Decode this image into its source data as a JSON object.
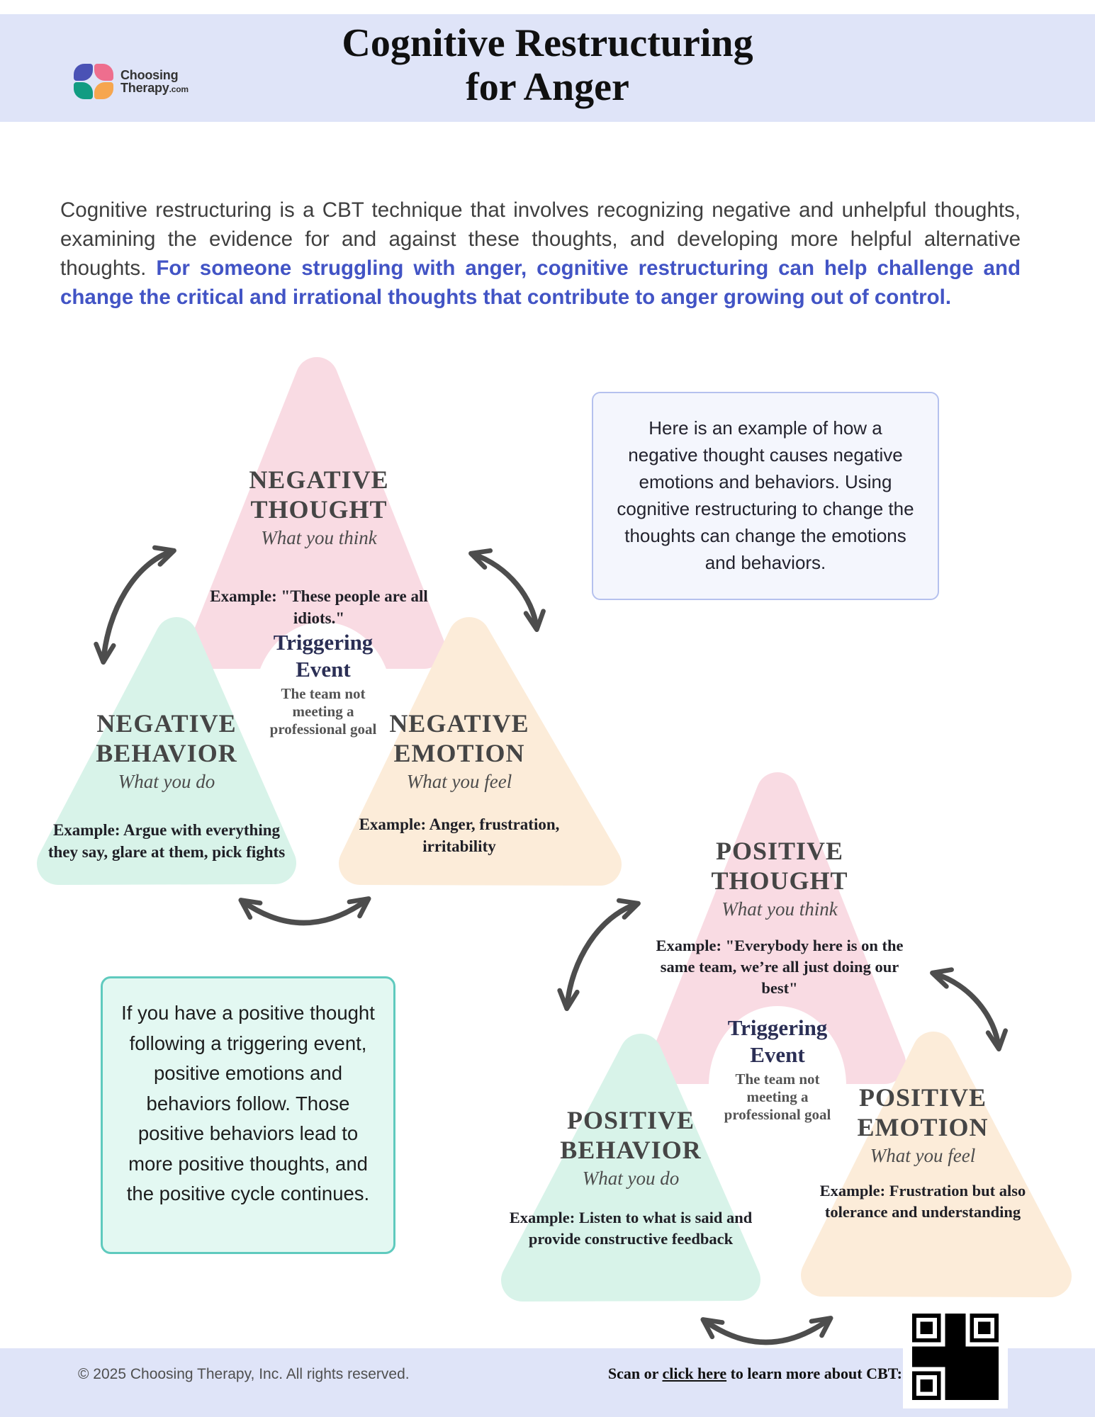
{
  "header": {
    "title_line1": "Cognitive Restructuring",
    "title_line2": "for Anger",
    "logo_line1": "Choosing",
    "logo_line2": "Therapy",
    "logo_suffix": ".com"
  },
  "intro": {
    "normal": "Cognitive restructuring is a CBT technique that involves recognizing negative and unhelpful thoughts, examining the evidence for and against these thoughts, and developing more helpful alternative thoughts. ",
    "highlight": "For someone struggling with anger, cognitive restructuring can help challenge and change the critical and irrational thoughts that contribute to anger growing out of control."
  },
  "note_negative": "Here is an example of how a negative thought causes negative emotions and behaviors. Using cognitive restructuring to change the thoughts can change the emotions and behaviors.",
  "note_positive": "If you have a positive thought following a triggering event, positive emotions and behaviors follow. Those positive behaviors lead to more positive thoughts, and the positive cycle continues.",
  "negative_cycle": {
    "thought": {
      "title": "NEGATIVE THOUGHT",
      "subtitle": "What you think",
      "example": "Example: \"These people are all idiots.\""
    },
    "behavior": {
      "title": "NEGATIVE BEHAVIOR",
      "subtitle": "What you do",
      "example": "Example: Argue with everything they say, glare at them, pick fights"
    },
    "emotion": {
      "title": "NEGATIVE EMOTION",
      "subtitle": "What you feel",
      "example": "Example: Anger, frustration, irritability"
    },
    "trigger": {
      "title": "Triggering Event",
      "description": "The team not meeting a professional goal"
    }
  },
  "positive_cycle": {
    "thought": {
      "title": "POSITIVE THOUGHT",
      "subtitle": "What you think",
      "example": "Example:  \"Everybody here is on the same team, we’re all just doing our best\""
    },
    "behavior": {
      "title": "POSITIVE BEHAVIOR",
      "subtitle": "What you do",
      "example": "Example: Listen to what is said and provide constructive feedback"
    },
    "emotion": {
      "title": "POSITIVE EMOTION",
      "subtitle": "What you feel",
      "example": "Example: Frustration but also tolerance and understanding"
    },
    "trigger": {
      "title": "Triggering Event",
      "description": "The team not meeting a professional goal"
    }
  },
  "footer": {
    "copyright": "© 2025 Choosing Therapy, Inc. All rights reserved.",
    "scan_prefix": "Scan or ",
    "scan_link": "click here",
    "scan_suffix": " to learn more about CBT:"
  },
  "colors": {
    "band": "#dfe4f8",
    "pink": "#f9dbe3",
    "mint": "#d8f3e9",
    "peach": "#fcecd9",
    "note_negative_bg": "#f4f6fd",
    "note_negative_border": "#b5c1ee",
    "note_positive_bg": "#e3f8f2",
    "note_positive_border": "#5fcabe",
    "navy": "#2b2f55",
    "intro_highlight": "#4254c5",
    "arrow": "#4d4d4d"
  }
}
